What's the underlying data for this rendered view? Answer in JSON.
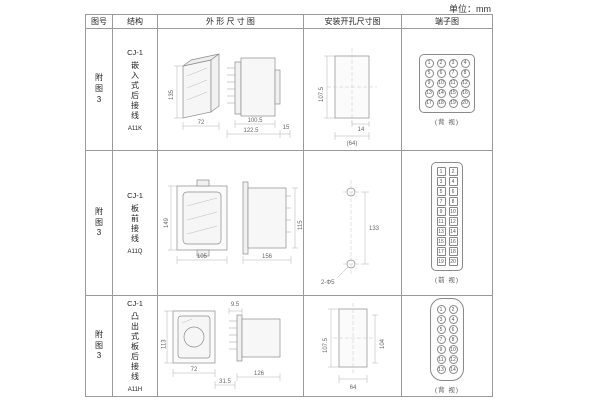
{
  "unit_label": "单位：mm",
  "table": {
    "headers": [
      "图号",
      "结构",
      "外 形 尺 寸 图",
      "安装开孔尺寸图",
      "端子图"
    ]
  },
  "rows": [
    {
      "figure": "附图3",
      "structure": {
        "model": "CJ-1",
        "desc": "嵌入式后接线",
        "code": "A11K"
      },
      "outline": {
        "height": "135",
        "width": "72",
        "depth_body": "100.5",
        "depth_total": "122.5",
        "flange": "15"
      },
      "mounting": {
        "height": "107.5",
        "hole_offset": "14",
        "width": "(64)"
      },
      "terminal": {
        "numbers": [
          1,
          2,
          3,
          4,
          5,
          6,
          7,
          8,
          9,
          10,
          11,
          12,
          13,
          14,
          15,
          16,
          17,
          18,
          19,
          20
        ],
        "caption": "(背 视)"
      }
    },
    {
      "figure": "附图3",
      "structure": {
        "model": "CJ-1",
        "desc": "板前接线",
        "code": "A11Q"
      },
      "outline": {
        "height": "149",
        "width": "105",
        "depth": "156",
        "side_height": "115"
      },
      "mounting": {
        "spacing": "133",
        "holes": "2-Φ5"
      },
      "terminal": {
        "numbers": [
          1,
          2,
          3,
          4,
          5,
          6,
          7,
          8,
          9,
          10,
          11,
          12,
          13,
          14,
          15,
          16,
          17,
          18,
          19,
          20
        ],
        "caption": "(前 视)"
      }
    },
    {
      "figure": "附图3",
      "structure": {
        "model": "CJ-1",
        "desc": "凸出式板后接线",
        "code": "A11H"
      },
      "outline": {
        "height": "113",
        "width": "72",
        "offset": "31.5",
        "pin_len": "9.5",
        "depth": "126"
      },
      "mounting": {
        "height": "107.5",
        "inner_height": "104",
        "width": "64"
      },
      "terminal": {
        "numbers": [
          1,
          2,
          3,
          4,
          5,
          6,
          7,
          8,
          9,
          10,
          11,
          12,
          13,
          14
        ],
        "caption": "(背 视)"
      }
    }
  ]
}
